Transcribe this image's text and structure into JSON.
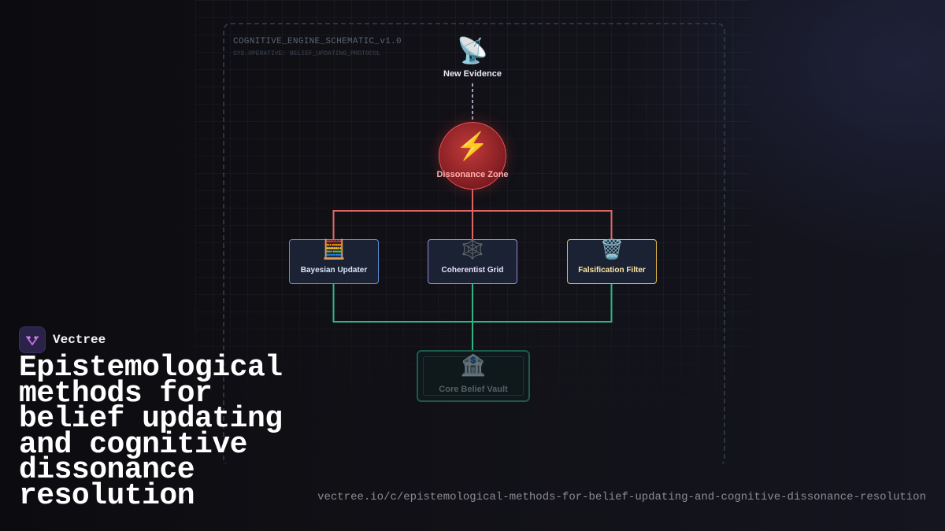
{
  "schematic": {
    "title": "COGNITIVE_ENGINE_SCHEMATIC_v1.0",
    "subtitle": "SYS.OPERATIVE: BELIEF_UPDATING_PROTOCOL"
  },
  "diagram": {
    "evidence": {
      "label": "New Evidence",
      "icon": "satellite-antenna-icon",
      "glyph": "📡"
    },
    "dissonance": {
      "label": "Dissonance Zone",
      "icon": "lightning-icon",
      "glyph": "⚡"
    },
    "methods": [
      {
        "label": "Bayesian Updater",
        "icon": "abacus-icon",
        "glyph": "🧮",
        "color": "#5b8fd6"
      },
      {
        "label": "Coherentist Grid",
        "icon": "web-icon",
        "glyph": "🕸️",
        "color": "#9a86e0"
      },
      {
        "label": "Falsification Filter",
        "icon": "trash-icon",
        "glyph": "🗑️",
        "color": "#e6b84a"
      }
    ],
    "vault": {
      "label": "Core Belief Vault",
      "icon": "bank-icon",
      "glyph": "🏦"
    },
    "colors": {
      "upper_wires": "#e06666",
      "lower_wires": "#2fb583",
      "evidence_wire": "#9aa6b8"
    }
  },
  "brand": {
    "name": "Vectree",
    "logo_icon": "vectree-logo-icon",
    "accent": "#b06ad6"
  },
  "headline": "Epistemological methods for belief updating and cognitive dissonance resolution",
  "url": "vectree.io/c/epistemological-methods-for-belief-updating-and-cognitive-dissonance-resolution"
}
